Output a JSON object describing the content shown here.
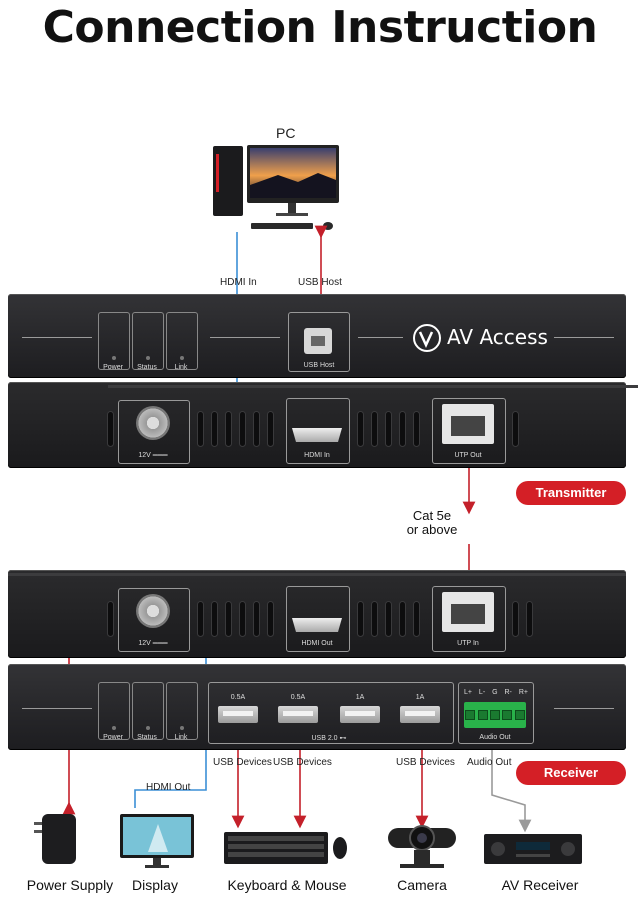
{
  "title": "Connection Instruction",
  "brand": "AV Access",
  "pc_label": "PC",
  "wires": {
    "hdmi_in": "HDMI In",
    "usb_host": "USB Host",
    "cat5e_line1": "Cat 5e",
    "cat5e_line2": "or above",
    "hdmi_out": "HDMI Out",
    "usb_devices_1": "USB Devices",
    "usb_devices_2": "USB Devices",
    "usb_devices_3": "USB Devices",
    "audio_out": "Audio Out"
  },
  "transmitter": {
    "badge": "Transmitter",
    "front": {
      "led_labels": [
        "Power",
        "Status",
        "Link"
      ],
      "usb_host": "USB Host"
    },
    "rear": {
      "power": "12V ═══",
      "hdmi_in": "HDMI In",
      "utp_out": "UTP Out"
    }
  },
  "receiver": {
    "badge": "Receiver",
    "rear": {
      "power": "12V ═══",
      "hdmi_out": "HDMI Out",
      "utp_in": "UTP In"
    },
    "front": {
      "led_labels": [
        "Power",
        "Status",
        "Link"
      ],
      "usb_currents": [
        "0.5A",
        "0.5A",
        "1A",
        "1A"
      ],
      "usb_group": "USB 2.0 ⊷",
      "terminal_pins": [
        "L+",
        "L-",
        "G",
        "R-",
        "R+"
      ],
      "audio_out": "Audio Out"
    }
  },
  "devices": [
    "Power Supply",
    "Display",
    "Keyboard & Mouse",
    "Camera",
    "AV Receiver"
  ],
  "colors": {
    "accent_red": "#d41f26",
    "hdmi_blue": "#3b8fd6",
    "usb_red": "#c4202a",
    "audio_gray": "#9a9a9a",
    "panel_dark": "#1e1e20"
  }
}
